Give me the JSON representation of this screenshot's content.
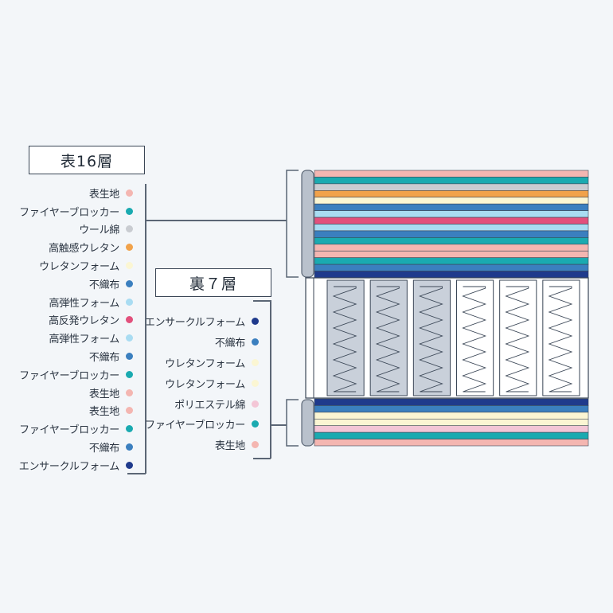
{
  "top_section": {
    "title": "表16層",
    "layers": [
      {
        "label": "表生地",
        "color": "#f4b6b1"
      },
      {
        "label": "ファイヤーブロッカー",
        "color": "#1aaab0"
      },
      {
        "label": "ウール綿",
        "color": "#c9ccd1"
      },
      {
        "label": "高触感ウレタン",
        "color": "#f1a24a"
      },
      {
        "label": "ウレタンフォーム",
        "color": "#fbf6d3"
      },
      {
        "label": "不織布",
        "color": "#3b7fbf"
      },
      {
        "label": "高弾性フォーム",
        "color": "#a9dcf2"
      },
      {
        "label": "高反発ウレタン",
        "color": "#e2507c"
      },
      {
        "label": "高弾性フォーム",
        "color": "#a9dcf2"
      },
      {
        "label": "不織布",
        "color": "#3b7fbf"
      },
      {
        "label": "ファイヤーブロッカー",
        "color": "#1aaab0"
      },
      {
        "label": "表生地",
        "color": "#f4b6b1"
      },
      {
        "label": "表生地",
        "color": "#f4b6b1"
      },
      {
        "label": "ファイヤーブロッカー",
        "color": "#1aaab0"
      },
      {
        "label": "不織布",
        "color": "#3b7fbf"
      },
      {
        "label": "エンサークルフォーム",
        "color": "#1f3a8c"
      }
    ]
  },
  "bottom_section": {
    "title": "裏７層",
    "layers": [
      {
        "label": "エンサークルフォーム",
        "color": "#1f3a8c"
      },
      {
        "label": "不織布",
        "color": "#3b7fbf"
      },
      {
        "label": "ウレタンフォーム",
        "color": "#fbf6d3"
      },
      {
        "label": "ウレタンフォーム",
        "color": "#fbf6d3"
      },
      {
        "label": "ポリエステル綿",
        "color": "#f3c6d6"
      },
      {
        "label": "ファイヤーブロッカー",
        "color": "#1aaab0"
      },
      {
        "label": "表生地",
        "color": "#f4b6b1"
      }
    ]
  },
  "colors": {
    "background": "#f3f6f9",
    "bracket": "#5b6675",
    "spring_shaded": "#c9d0da",
    "spring_plain": "#ffffff",
    "spring_outline": "#3a4656"
  },
  "springs": {
    "count": 6,
    "shaded": [
      true,
      true,
      true,
      false,
      false,
      false
    ]
  }
}
